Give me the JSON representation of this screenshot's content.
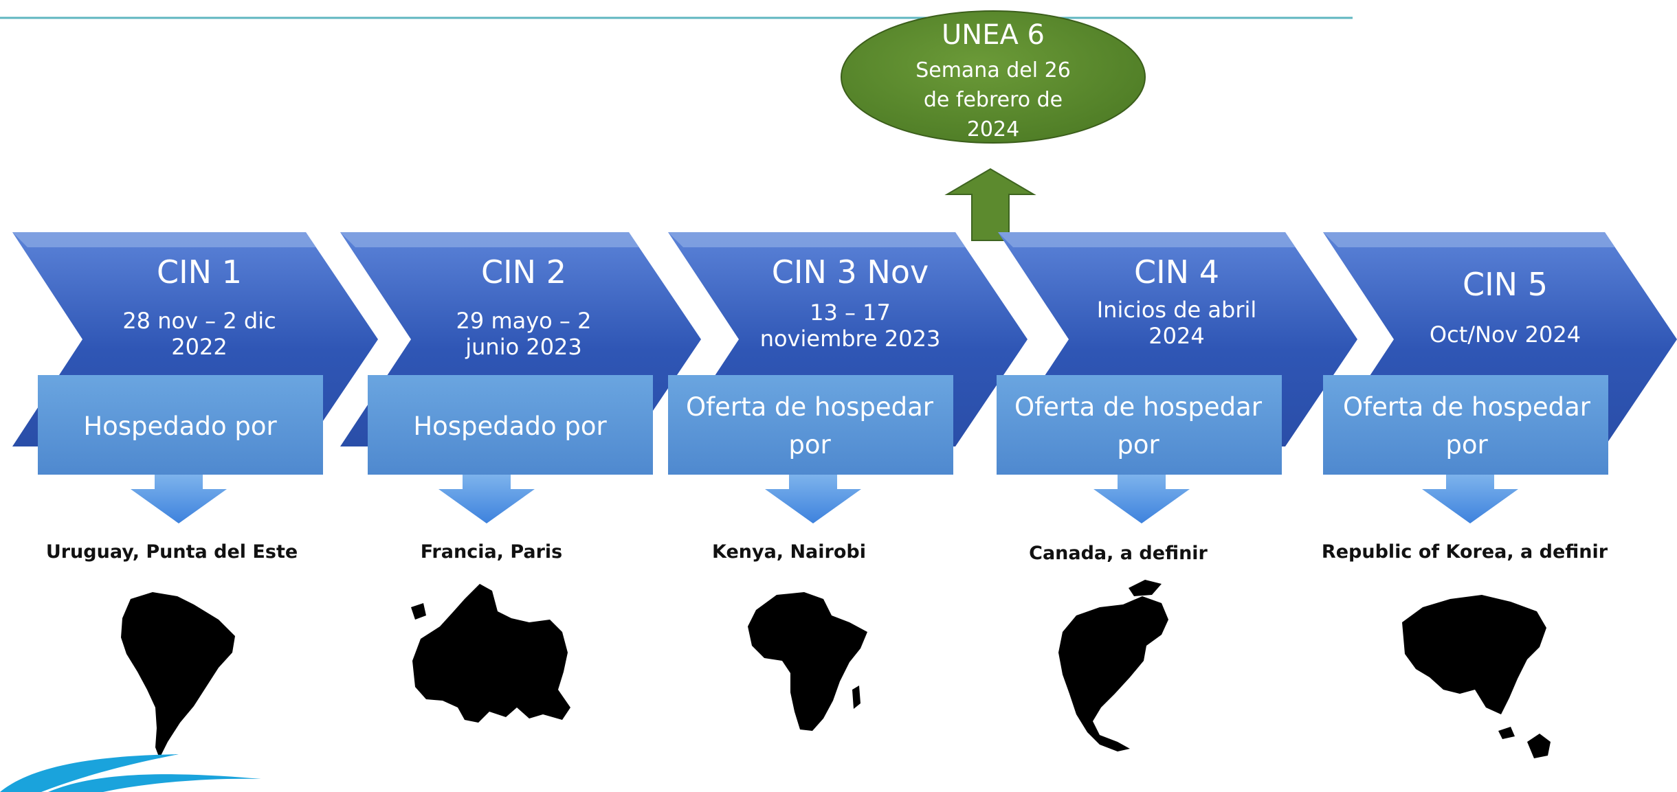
{
  "unea": {
    "title": "UNEA 6",
    "lines": [
      "Semana del 26",
      "de febrero de",
      "2024"
    ],
    "fill_color": "#5a8a2c",
    "arrow_color": "#5c8a2e"
  },
  "colors": {
    "chevron_dark": "#2f56b5",
    "chevron_light": "#5b83d8",
    "host_box": "#5e97d6",
    "down_arrow": "#4a8be0",
    "top_line": "#5fb6c0",
    "logo_swoosh": "#1aa3dc",
    "map_fill": "#000000"
  },
  "stages": [
    {
      "title": "CIN 1",
      "date_lines": [
        "28 nov – 2 dic",
        "2022"
      ],
      "host_lines": [
        "Hospedado por"
      ],
      "place": "Uruguay, Punta del Este",
      "map_icon": "south-america-map-icon"
    },
    {
      "title": "CIN 2",
      "date_lines": [
        "29 mayo – 2",
        "junio 2023"
      ],
      "host_lines": [
        "Hospedado por"
      ],
      "place": "Francia, Paris",
      "map_icon": "europe-map-icon"
    },
    {
      "title": "CIN 3 Nov",
      "date_lines": [
        "13 – 17",
        "noviembre 2023"
      ],
      "host_lines": [
        "Oferta de hospedar",
        "por"
      ],
      "place": "Kenya, Nairobi",
      "map_icon": "africa-map-icon"
    },
    {
      "title": "CIN 4",
      "date_lines": [
        "Inicios de abril",
        "2024"
      ],
      "host_lines": [
        "Oferta de hospedar",
        "por"
      ],
      "place": "Canada, a definir",
      "map_icon": "north-america-map-icon"
    },
    {
      "title": "CIN 5",
      "date_lines": [
        "Oct/Nov 2024"
      ],
      "host_lines": [
        "Oferta de hospedar",
        "por"
      ],
      "place": "Republic of Korea, a definir",
      "map_icon": "asia-map-icon"
    }
  ]
}
